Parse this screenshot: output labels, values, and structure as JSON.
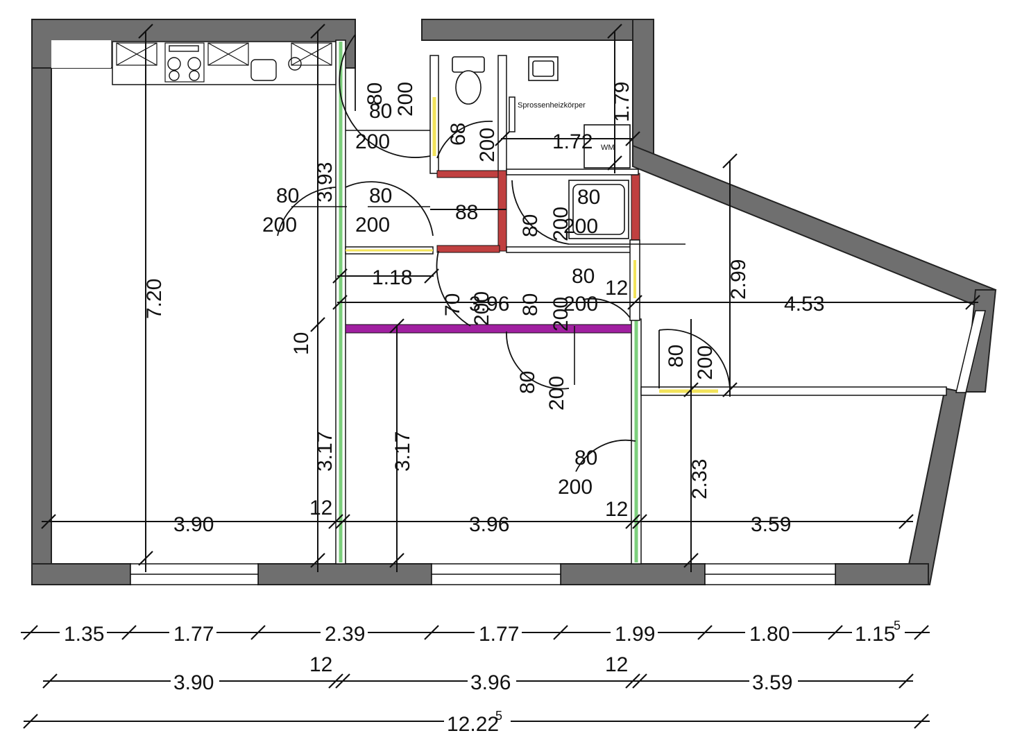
{
  "plan": {
    "label_spr": "Sprossenheizkörper",
    "label_wm": "WM",
    "colors": {
      "wall": "#6f6f6f",
      "drywall": "#7ccf7c",
      "purple_wall": "#a020a0",
      "red_wall": "#c04040",
      "door_yellow": "#f2e35a"
    },
    "dims_interior": {
      "d_720": "7.20",
      "d_393": "3.93",
      "d_10": "10",
      "d_317a": "3.17",
      "d_317b": "3.17",
      "d_179": "1.79",
      "d_172": "1.72",
      "d_118": "1.18",
      "d_88": "88",
      "d_299": "2.99",
      "d_453": "4.53",
      "d_233": "2.33",
      "d_396_mid": "3.96",
      "d_12a": "12",
      "d_12b": "12",
      "d_12c": "12"
    },
    "dims_room_row": {
      "r1": "3.90",
      "r2": "3.96",
      "r3": "3.59",
      "t1": "12",
      "t2": "12"
    },
    "doors": {
      "a_w": "80",
      "a_h": "200",
      "b_w": "80",
      "b_h": "200",
      "c_w": "80",
      "c_h": "200",
      "d_w": "68",
      "d_h": "200",
      "e_w": "80",
      "e_h": "200",
      "f_w": "80",
      "f_h": "200",
      "g_w": "80",
      "g_h": "200",
      "h_w": "70",
      "h_h": "200",
      "i_w": "80",
      "i_h": "200",
      "j_w": "80",
      "j_h": "200",
      "k_w": "80",
      "k_h": "200",
      "l_w": "80",
      "l_h": "200"
    },
    "window_row": [
      "1.35",
      "1.77",
      "2.39",
      "1.77",
      "1.99",
      "1.80",
      "1.15"
    ],
    "window_row_sup": "5",
    "room_row": [
      "3.90",
      "3.96",
      "3.59"
    ],
    "room_row_sep": [
      "12",
      "12"
    ],
    "total": "12.22",
    "total_sup": "5"
  }
}
